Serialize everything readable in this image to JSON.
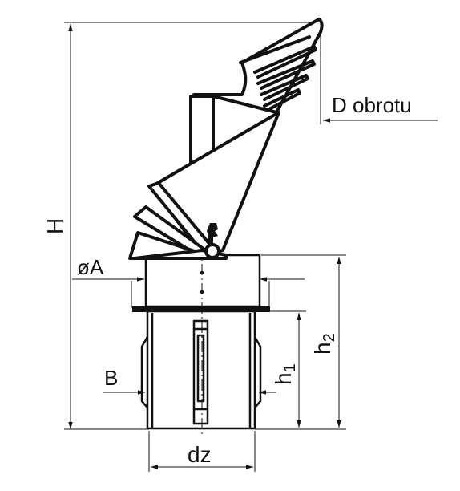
{
  "diagram": {
    "labels": {
      "d_obrotu": "D obrotu",
      "h": "H",
      "phi_a": "øA",
      "b": "B",
      "h1_main": "h",
      "h1_sub": "1",
      "h2_main": "h",
      "h2_sub": "2",
      "dz": "dz"
    }
  }
}
